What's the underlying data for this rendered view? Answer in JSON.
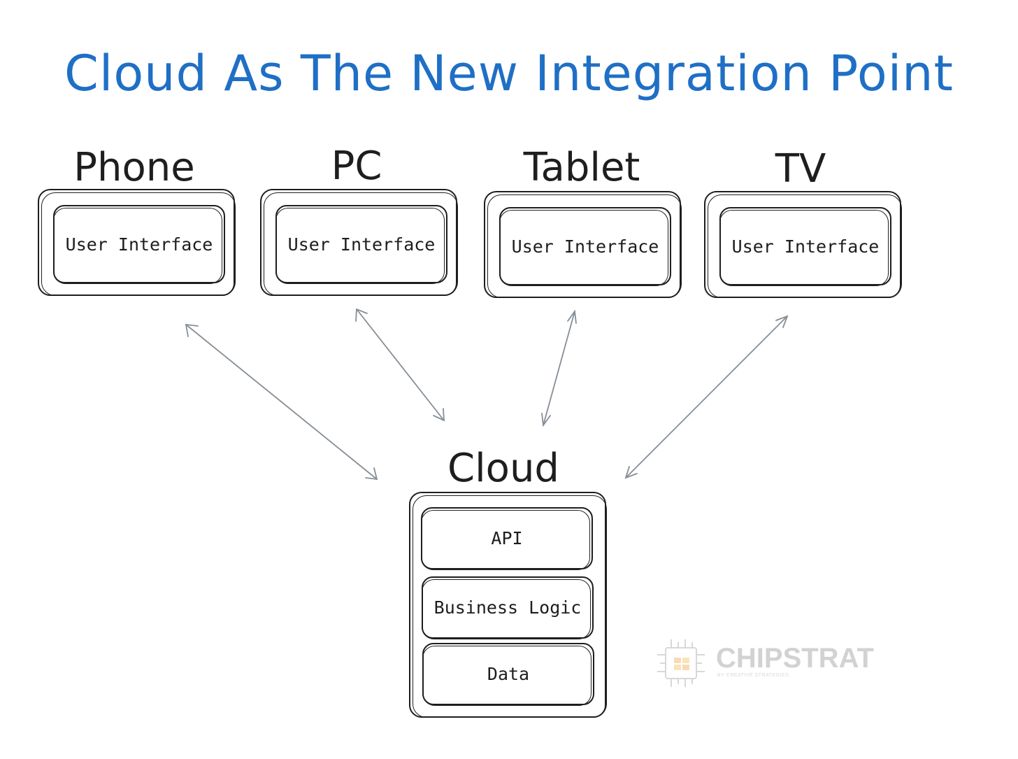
{
  "title": "Cloud As The New Integration Point",
  "colors": {
    "title": "#1f6fc5",
    "stroke": "#1e1e1e",
    "arrow": "#868e96"
  },
  "devices": [
    {
      "name": "Phone",
      "ui_label": "User Interface"
    },
    {
      "name": "PC",
      "ui_label": "User Interface"
    },
    {
      "name": "Tablet",
      "ui_label": "User Interface"
    },
    {
      "name": "TV",
      "ui_label": "User Interface"
    }
  ],
  "cloud": {
    "name": "Cloud",
    "layers": [
      "API",
      "Business Logic",
      "Data"
    ]
  },
  "watermark": {
    "name": "CHIPSTRAT",
    "tagline": "BY CREATIVE STRATEGIES"
  }
}
